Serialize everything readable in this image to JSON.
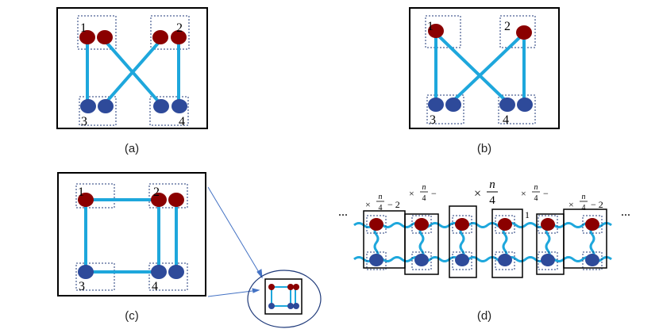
{
  "colors": {
    "red_node": "#8b0000",
    "blue_node": "#2e4a9a",
    "link": "#1ea7dc",
    "box_dotted": "#1f3a7a",
    "frame": "#000000",
    "arrow": "#4472c4"
  },
  "panels": {
    "a": {
      "caption": "(a)",
      "labels": {
        "n1": "1",
        "n2": "2",
        "n3": "3",
        "n4": "4"
      }
    },
    "b": {
      "caption": "(b)",
      "labels": {
        "n1": "1",
        "n2": "2",
        "n3": "3",
        "n4": "4"
      }
    },
    "c": {
      "caption": "(c)",
      "labels": {
        "n1": "1",
        "n2": "2",
        "n3": "3",
        "n4": "4"
      }
    },
    "d": {
      "caption": "(d)",
      "ellipsis_left": "...",
      "ellipsis_right": "...",
      "mult_symbol": "×",
      "n_sym": "n",
      "four": "4",
      "minus_two": "− 2",
      "minus": "−",
      "one": "1"
    }
  }
}
